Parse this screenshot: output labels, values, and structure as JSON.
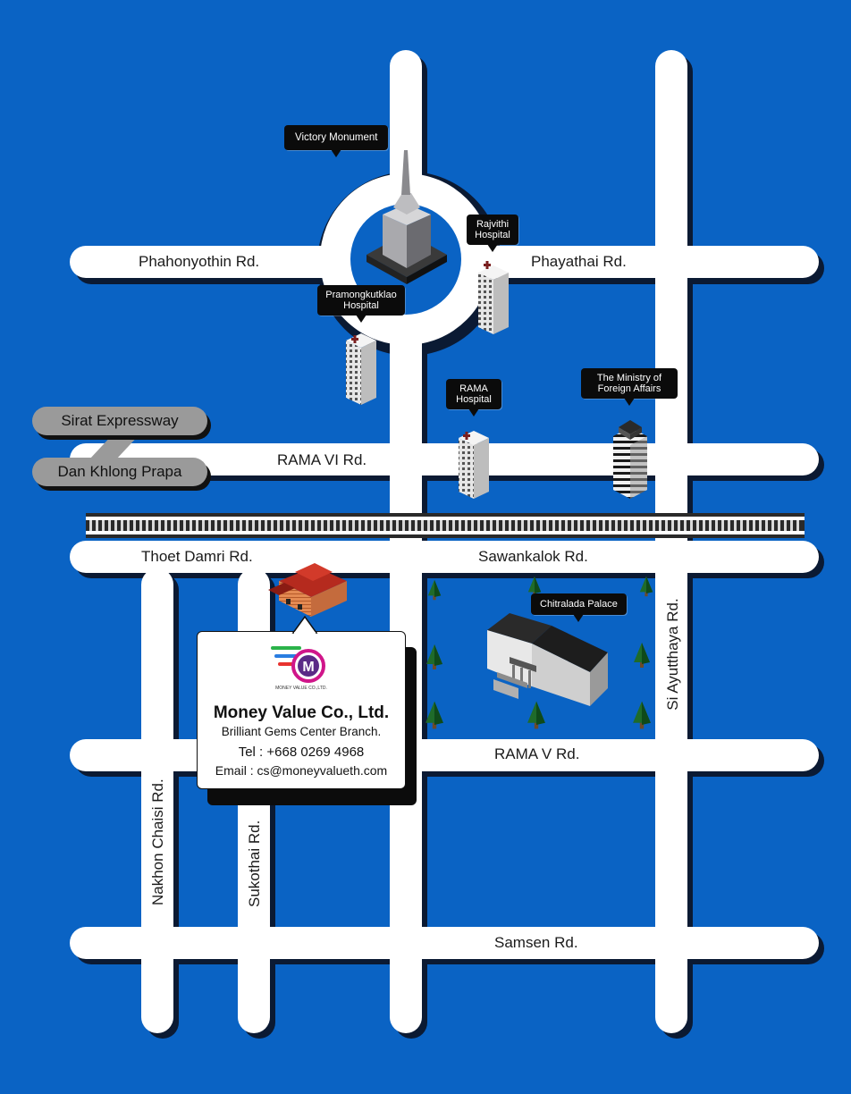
{
  "roads": {
    "phahonyothin": "Phahonyothin Rd.",
    "phayathai": "Phayathai Rd.",
    "rama6": "RAMA VI Rd.",
    "thoet_damri": "Thoet Damri Rd.",
    "sawankalok": "Sawankalok Rd.",
    "rama5": "RAMA V Rd.",
    "samsen": "Samsen Rd.",
    "nakhon_chaisi": "Nakhon Chaisi Rd.",
    "sukothai": "Sukothai Rd.",
    "si_ayutthaya": "Si Ayutthaya Rd."
  },
  "expressways": {
    "sirat": "Sirat Expressway",
    "dan_khlong": "Dan Khlong Prapa"
  },
  "landmarks": {
    "victory_monument": "Victory Monument",
    "rajvithi": [
      "Rajvithi",
      "Hospital"
    ],
    "pramongkutklao": [
      "Pramongkutklao",
      "Hospital"
    ],
    "rama_hospital": [
      "RAMA",
      "Hospital"
    ],
    "ministry": [
      "The Ministry of",
      "Foreign Affairs"
    ],
    "chitralada": "Chitralada Palace"
  },
  "company": {
    "logo_text": "MONEY VALUE CO.,LTD.",
    "name": "Money Value Co., Ltd.",
    "branch": "Brilliant Gems Center Branch.",
    "tel": "Tel : +668 0269 4968",
    "email": "Email : cs@moneyvalueth.com"
  },
  "colors": {
    "background": "#0a63c4",
    "road": "#ffffff",
    "road_shadow": "#0b1a33",
    "callout": "#0b0b0b",
    "expressway": "#9a9a9a",
    "palace_roof": "#2a2a2a",
    "office_roof": "#b52a1e",
    "hospital_cross": "#7a1f1f"
  }
}
